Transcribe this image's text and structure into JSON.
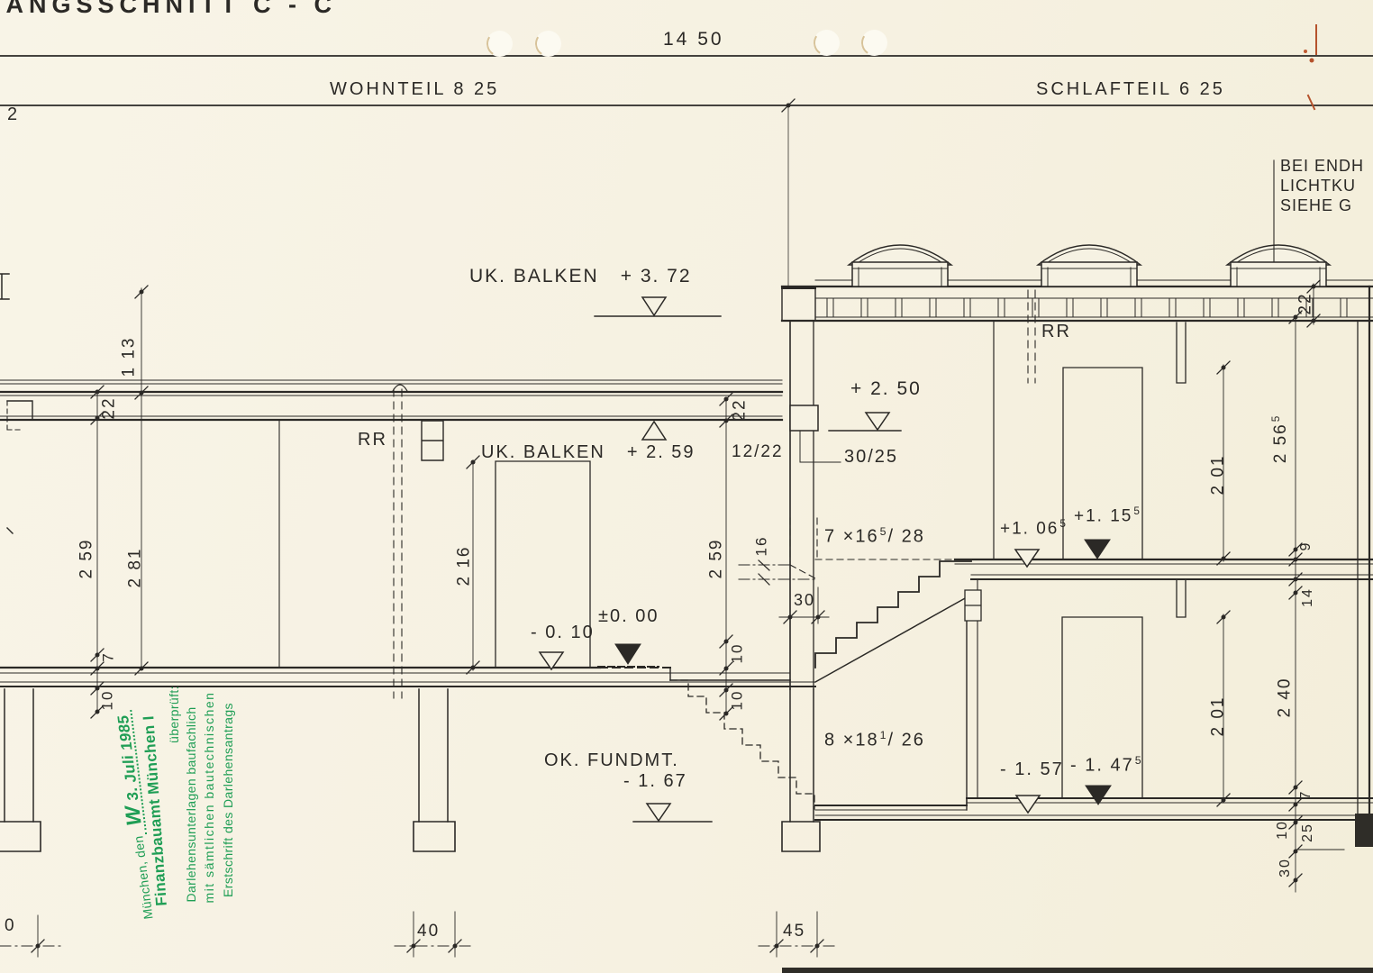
{
  "colors": {
    "paper": "#f6f2e3",
    "ink": "#2b2926",
    "stamp_green": "#1f9e55",
    "mark_red": "#b5522c"
  },
  "header": {
    "title": "LÄNGSSCHNITT C - C",
    "overall_width": "14 50",
    "wohnteil": "WOHNTEIL  8 25",
    "schlafteil": "SCHLAFTEIL  6 25",
    "axis_left": "2"
  },
  "note_top_right": {
    "line1": "BEI ENDH",
    "line2": "LICHTKU",
    "line3": "SIEHE G"
  },
  "levels": {
    "uk_balken_roof": {
      "label": "UK. BALKEN",
      "value": "+ 3. 72"
    },
    "uk_balken_ceiling": {
      "label": "UK. BALKEN",
      "value": "+ 2. 59"
    },
    "slab_250": "+ 2. 50",
    "floor_minus010": "- 0. 10",
    "floor_zero": "±0. 00",
    "landing_106": {
      "main": "+1. 06",
      "sup": "5"
    },
    "landing_115": {
      "main": "+1. 15",
      "sup": "5"
    },
    "fundament": {
      "label": "OK. FUNDMT.",
      "value": "- 1. 67"
    },
    "lower_157": "- 1. 57",
    "lower_147": {
      "main": "- 1. 47",
      "sup": "5"
    }
  },
  "beams": {
    "wall_beam": "30/25",
    "roof_beam": "12/22"
  },
  "pipes": {
    "rr": "RR"
  },
  "stairs": {
    "up": {
      "prefix": "7 ×16",
      "sup": "5",
      "suffix": "/ 28"
    },
    "down": {
      "prefix": "8 ×18",
      "sup": "1",
      "suffix": "/ 26"
    }
  },
  "dims": {
    "d0": "0",
    "d2": "2",
    "d7": "7",
    "d9": "9",
    "d10": "10",
    "d14": "14",
    "d16": "16",
    "d22": "22",
    "d25": "25",
    "d30": "30",
    "d40": "40",
    "d45": "45",
    "d113": "1 13",
    "d216": "2 16",
    "d201": "2 01",
    "d240": "2 40",
    "d259": "2 59",
    "d281": "2 81",
    "d2565": {
      "main": "2 56",
      "sup": "5"
    }
  },
  "stamp": {
    "line1": "Erstschrift des Darlehensantrags",
    "line2": "mit sämtlichen bautechnischen",
    "line3": "Darlehensunterlagen baufachlich",
    "line4": "überprüft:",
    "line5": "Finanzbauamt München I",
    "line6_prefix": "München, den",
    "line6_initial": "W",
    "line6_date": "3. Juli 1985"
  }
}
